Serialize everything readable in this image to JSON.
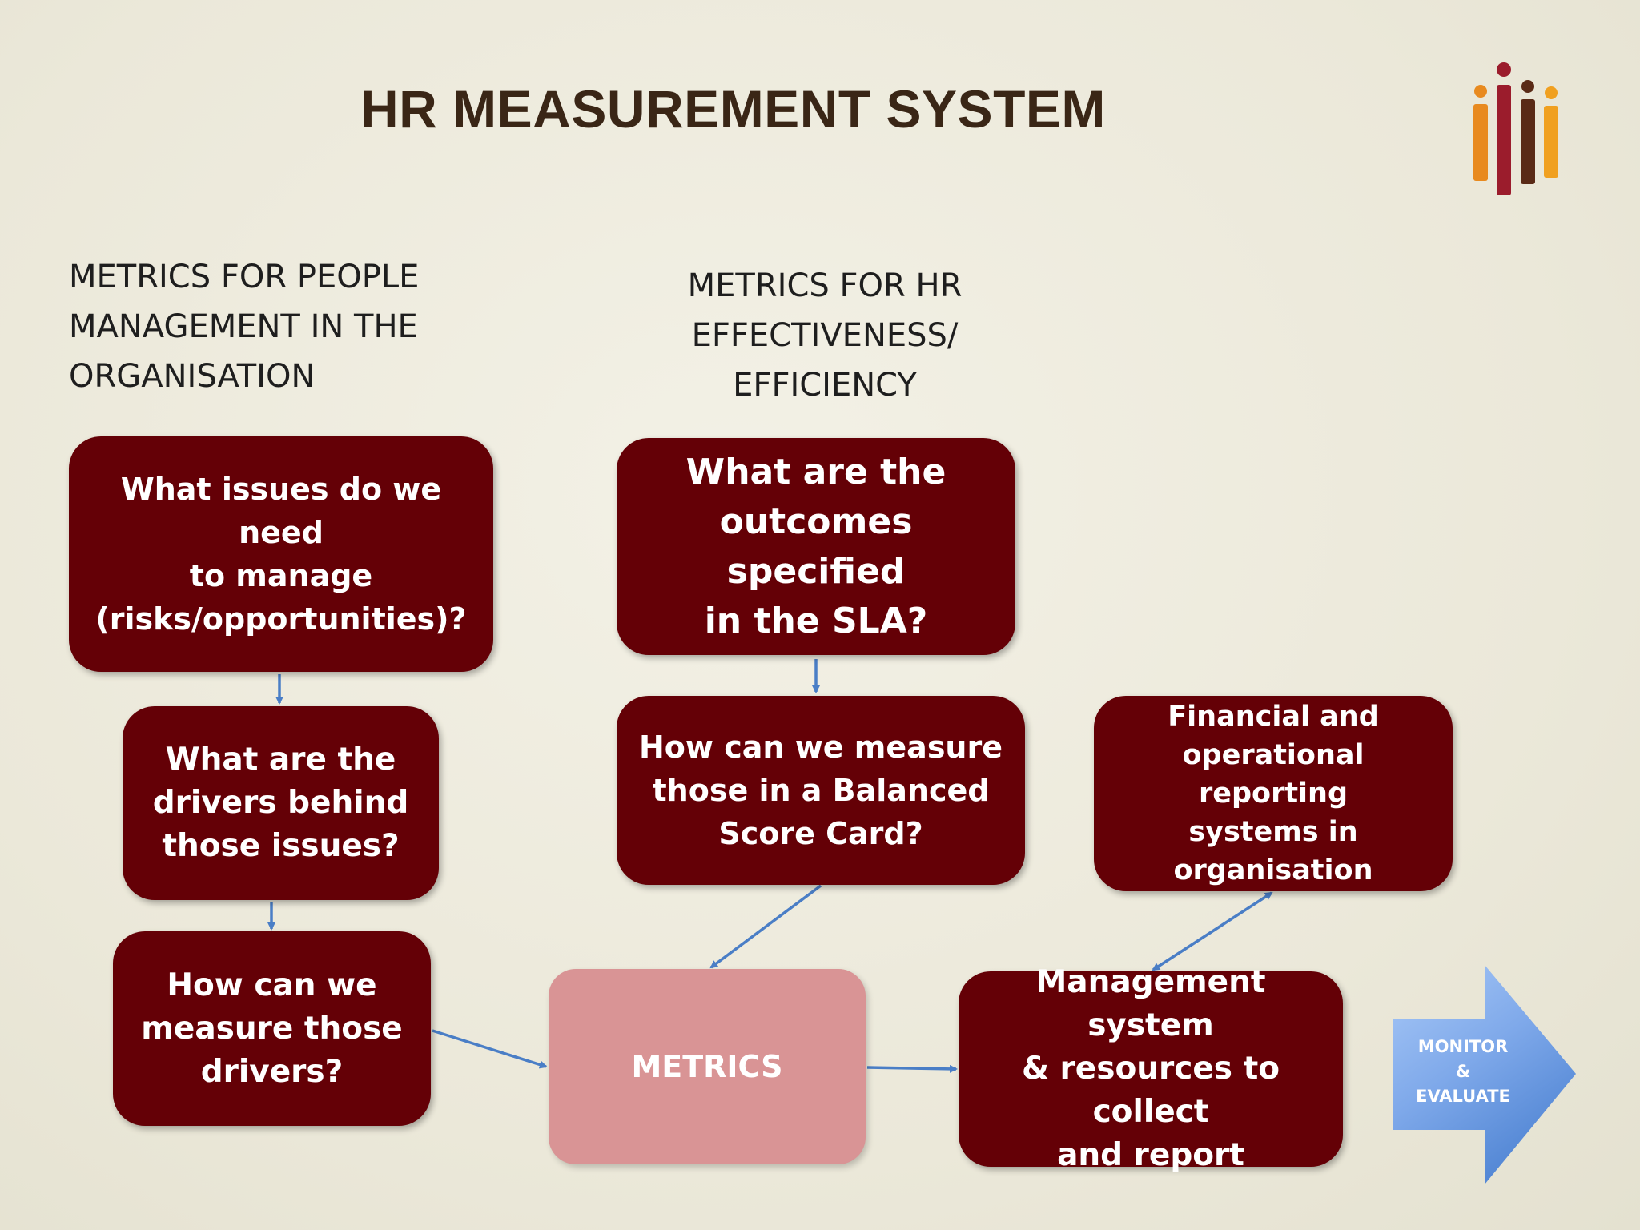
{
  "title": "HR MEASUREMENT SYSTEM",
  "headings": {
    "people": "METRICS FOR PEOPLE\nMANAGEMENT IN THE\nORGANISATION",
    "hr": "METRICS FOR HR\nEFFECTIVENESS/\nEFFICIENCY"
  },
  "boxes": {
    "issues": "What issues do we need\nto manage\n(risks/opportunities)?",
    "drivers": "What are the\ndrivers behind\nthose issues?",
    "measure_drivers": "How can we\nmeasure those\ndrivers?",
    "sla": "What are the\noutcomes specified\nin the SLA?",
    "balanced": "How can we measure\nthose in a Balanced\nScore Card?",
    "financial": "Financial and\noperational reporting\nsystems in\norganisation",
    "metrics": "METRICS",
    "management": "Management system\n& resources to collect\nand report"
  },
  "monitor": "MONITOR\n&\nEVALUATE",
  "colors": {
    "box_fill": "#640006",
    "metrics_fill": "#d99495",
    "connector": "#4a7ec6",
    "title": "#3a2616",
    "logo": [
      "#e88a1f",
      "#9b1c2c",
      "#5a2a16",
      "#f0a020"
    ]
  },
  "icons": {
    "logo": "iiii-logo",
    "monitor_shape": "block-right-arrow"
  }
}
